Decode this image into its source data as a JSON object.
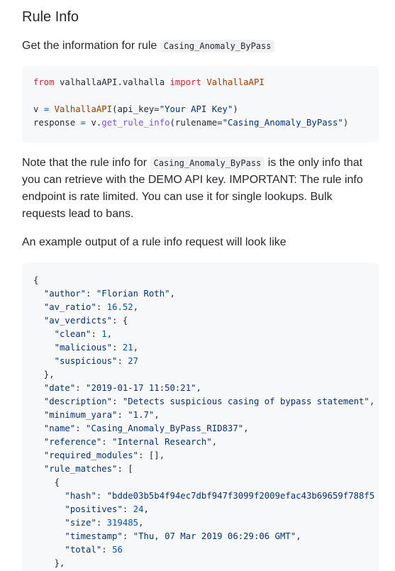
{
  "section": {
    "title": "Rule Info",
    "intro": {
      "text": "Get the information for rule ",
      "code": "Casing_Anomaly_ByPass"
    }
  },
  "code_example": {
    "lines": [
      [
        {
          "t": "from",
          "c": "kw"
        },
        {
          "t": " valhallaAPI.valhalla ",
          "c": ""
        },
        {
          "t": "import",
          "c": "kw"
        },
        {
          "t": " ",
          "c": ""
        },
        {
          "t": "ValhallaAPI",
          "c": "cls"
        }
      ],
      [],
      [
        {
          "t": "v ",
          "c": ""
        },
        {
          "t": "=",
          "c": "op"
        },
        {
          "t": " ",
          "c": ""
        },
        {
          "t": "ValhallaAPI",
          "c": "cls"
        },
        {
          "t": "(api_key=",
          "c": ""
        },
        {
          "t": "\"Your API Key\"",
          "c": "str"
        },
        {
          "t": ")",
          "c": ""
        }
      ],
      [
        {
          "t": "response ",
          "c": ""
        },
        {
          "t": "=",
          "c": "op"
        },
        {
          "t": " v.",
          "c": ""
        },
        {
          "t": "get_rule_info",
          "c": "fn"
        },
        {
          "t": "(rulename=",
          "c": ""
        },
        {
          "t": "\"Casing_Anomaly_ByPass\"",
          "c": "str"
        },
        {
          "t": ")",
          "c": ""
        }
      ]
    ]
  },
  "note": {
    "line1_pre": "Note that the rule info for ",
    "line1_code": "Casing_Anomaly_ByPass",
    "line1_post": " is the only info that",
    "line2": "you can retrieve with the DEMO API key. IMPORTANT: The rule info",
    "line3": "endpoint is rate limited. You can use it for single lookups. Bulk",
    "line4": "requests lead to bans."
  },
  "example_intro": "An example output of a rule info request will look like",
  "output_example": {
    "lines": [
      [
        {
          "t": "{",
          "c": ""
        }
      ],
      [
        {
          "t": "  ",
          "c": ""
        },
        {
          "t": "\"author\"",
          "c": "str"
        },
        {
          "t": ": ",
          "c": ""
        },
        {
          "t": "\"Florian Roth\"",
          "c": "str"
        },
        {
          "t": ",",
          "c": ""
        }
      ],
      [
        {
          "t": "  ",
          "c": ""
        },
        {
          "t": "\"av_ratio\"",
          "c": "str"
        },
        {
          "t": ": ",
          "c": ""
        },
        {
          "t": "16.52",
          "c": "num"
        },
        {
          "t": ",",
          "c": ""
        }
      ],
      [
        {
          "t": "  ",
          "c": ""
        },
        {
          "t": "\"av_verdicts\"",
          "c": "str"
        },
        {
          "t": ": {",
          "c": ""
        }
      ],
      [
        {
          "t": "    ",
          "c": ""
        },
        {
          "t": "\"clean\"",
          "c": "str"
        },
        {
          "t": ": ",
          "c": ""
        },
        {
          "t": "1",
          "c": "num"
        },
        {
          "t": ",",
          "c": ""
        }
      ],
      [
        {
          "t": "    ",
          "c": ""
        },
        {
          "t": "\"malicious\"",
          "c": "str"
        },
        {
          "t": ": ",
          "c": ""
        },
        {
          "t": "21",
          "c": "num"
        },
        {
          "t": ",",
          "c": ""
        }
      ],
      [
        {
          "t": "    ",
          "c": ""
        },
        {
          "t": "\"suspicious\"",
          "c": "str"
        },
        {
          "t": ": ",
          "c": ""
        },
        {
          "t": "27",
          "c": "num"
        }
      ],
      [
        {
          "t": "  },",
          "c": ""
        }
      ],
      [
        {
          "t": "  ",
          "c": ""
        },
        {
          "t": "\"date\"",
          "c": "str"
        },
        {
          "t": ": ",
          "c": ""
        },
        {
          "t": "\"2019-01-17 11:50:21\"",
          "c": "str"
        },
        {
          "t": ",",
          "c": ""
        }
      ],
      [
        {
          "t": "  ",
          "c": ""
        },
        {
          "t": "\"description\"",
          "c": "str"
        },
        {
          "t": ": ",
          "c": ""
        },
        {
          "t": "\"Detects suspicious casing of bypass statement\"",
          "c": "str"
        },
        {
          "t": ",",
          "c": ""
        }
      ],
      [
        {
          "t": "  ",
          "c": ""
        },
        {
          "t": "\"minimum_yara\"",
          "c": "str"
        },
        {
          "t": ": ",
          "c": ""
        },
        {
          "t": "\"1.7\"",
          "c": "str"
        },
        {
          "t": ",",
          "c": ""
        }
      ],
      [
        {
          "t": "  ",
          "c": ""
        },
        {
          "t": "\"name\"",
          "c": "str"
        },
        {
          "t": ": ",
          "c": ""
        },
        {
          "t": "\"Casing_Anomaly_ByPass_RID837\"",
          "c": "str"
        },
        {
          "t": ",",
          "c": ""
        }
      ],
      [
        {
          "t": "  ",
          "c": ""
        },
        {
          "t": "\"reference\"",
          "c": "str"
        },
        {
          "t": ": ",
          "c": ""
        },
        {
          "t": "\"Internal Research\"",
          "c": "str"
        },
        {
          "t": ",",
          "c": ""
        }
      ],
      [
        {
          "t": "  ",
          "c": ""
        },
        {
          "t": "\"required_modules\"",
          "c": "str"
        },
        {
          "t": ": [],",
          "c": ""
        }
      ],
      [
        {
          "t": "  ",
          "c": ""
        },
        {
          "t": "\"rule_matches\"",
          "c": "str"
        },
        {
          "t": ": [",
          "c": ""
        }
      ],
      [
        {
          "t": "    {",
          "c": ""
        }
      ],
      [
        {
          "t": "      ",
          "c": ""
        },
        {
          "t": "\"hash\"",
          "c": "str"
        },
        {
          "t": ": ",
          "c": ""
        },
        {
          "t": "\"bdde03b5b4f94ec7dbf947f3099f2009efac43b69659f788f5",
          "c": "str"
        }
      ],
      [
        {
          "t": "      ",
          "c": ""
        },
        {
          "t": "\"positives\"",
          "c": "str"
        },
        {
          "t": ": ",
          "c": ""
        },
        {
          "t": "24",
          "c": "num"
        },
        {
          "t": ",",
          "c": ""
        }
      ],
      [
        {
          "t": "      ",
          "c": ""
        },
        {
          "t": "\"size\"",
          "c": "str"
        },
        {
          "t": ": ",
          "c": ""
        },
        {
          "t": "319485",
          "c": "num"
        },
        {
          "t": ",",
          "c": ""
        }
      ],
      [
        {
          "t": "      ",
          "c": ""
        },
        {
          "t": "\"timestamp\"",
          "c": "str"
        },
        {
          "t": ": ",
          "c": ""
        },
        {
          "t": "\"Thu, 07 Mar 2019 06:29:06 GMT\"",
          "c": "str"
        },
        {
          "t": ",",
          "c": ""
        }
      ],
      [
        {
          "t": "      ",
          "c": ""
        },
        {
          "t": "\"total\"",
          "c": "str"
        },
        {
          "t": ": ",
          "c": ""
        },
        {
          "t": "56",
          "c": "num"
        }
      ],
      [
        {
          "t": "    },",
          "c": ""
        }
      ]
    ]
  },
  "colors": {
    "text": "#24292f",
    "code_bg": "#f6f8fa",
    "inline_code_bg": "#eff1f3",
    "keyword": "#cf222e",
    "class": "#953800",
    "function": "#8250df",
    "string": "#0a3069",
    "number": "#0550ae"
  }
}
